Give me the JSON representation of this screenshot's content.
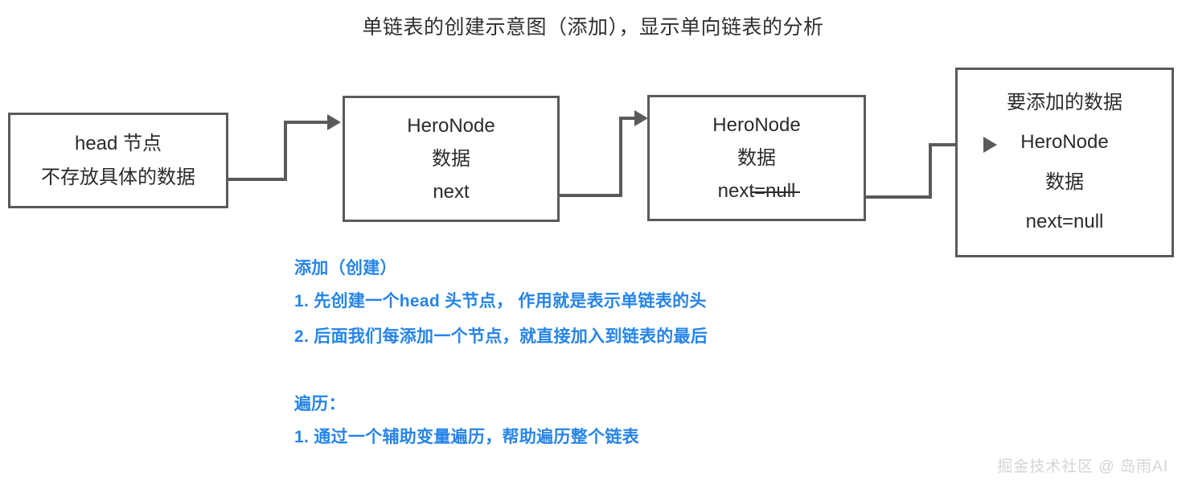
{
  "title": "单链表的创建示意图（添加），显示单向链表的分析",
  "nodes": {
    "head": {
      "line1": "head 节点",
      "line2": "不存放具体的数据"
    },
    "node1": {
      "line1": "HeroNode",
      "line2": "数据",
      "line3": "next"
    },
    "node2": {
      "line1": "HeroNode",
      "line2": "数据",
      "line3_prefix": "next",
      "line3_struck": "=null"
    },
    "newnode": {
      "line1": "要添加的数据",
      "line2": "HeroNode",
      "line3": "数据",
      "line4": "next=null"
    }
  },
  "notes": {
    "add_heading": "添加（创建）",
    "add_item1": "1. 先创建一个head 头节点， 作用就是表示单链表的头",
    "add_item2": "2. 后面我们每添加一个节点，就直接加入到链表的最后",
    "traverse_heading": "遍历：",
    "traverse_item1": "1. 通过一个辅助变量遍历，帮助遍历整个链表"
  },
  "watermark": "掘金技术社区 @ 岛雨AI",
  "colors": {
    "background": "#ffffff",
    "box_border": "#5a5a5a",
    "box_text": "#2b2b2b",
    "connector": "#5a5a5a",
    "note_blue": "#2684e8",
    "watermark_gray": "#d2d5d8"
  }
}
